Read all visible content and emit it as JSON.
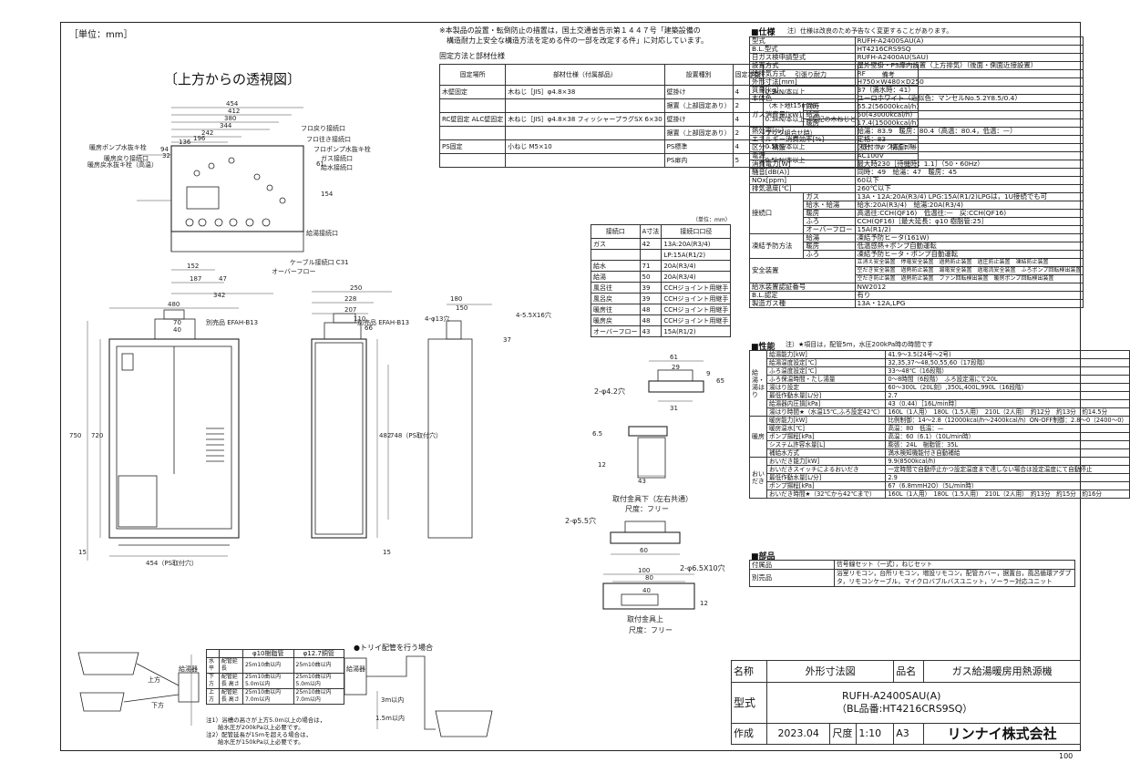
{
  "unit_label": "［単位：mm］",
  "top_view_title": "〔上方からの透視図〕",
  "page_no": "100",
  "notice": {
    "line1": "※本製品の設置・転倒防止の措置は，国土交通省告示第１４４７号「建築設備の",
    "line2": "　構造耐力上安全な構造方法を定める件の一部を改定する件」に対応しています。",
    "parts_title": "固定方法と部材仕様",
    "headers": [
      "固定場所",
      "部材仕様（付属部品）",
      "設置種別",
      "固定本数",
      "引張り耐力",
      "備考"
    ],
    "rows": [
      [
        "木壁固定",
        "木ねじ［JIS］φ4.8×38",
        "壁掛け",
        "4",
        "0.3kN/本以上",
        ""
      ],
      [
        "",
        "",
        "据置（上部固定あり）",
        "2",
        "（木下地t15mm）",
        ""
      ],
      [
        "RC壁固定 ALC壁固定",
        "木ねじ［JIS］φ4.8×38 フィッシャープラグSX 6×30",
        "壁掛け",
        "4",
        "0.3kN/本以上（左記の木ねじと",
        ""
      ],
      [
        "",
        "",
        "据置（上部固定あり）",
        "2",
        "プラグ組合せ時）",
        ""
      ],
      [
        "PS固定",
        "小ねじ M5×10",
        "PS標準",
        "4",
        "0.5kN/本以上",
        "取付ボックスC同梱"
      ],
      [
        "",
        "",
        "PS扉内",
        "5",
        "0.5kN/本以上",
        ""
      ]
    ]
  },
  "connections": {
    "unit": "（単位：mm）",
    "headers": [
      "接続口",
      "A寸法",
      "接続口口径"
    ],
    "rows": [
      [
        "ガス",
        "42",
        "13A:20A(R3/4)"
      ],
      [
        "",
        "",
        "LP:15A(R1/2)"
      ],
      [
        "給水",
        "71",
        "20A(R3/4)"
      ],
      [
        "給湯",
        "50",
        "20A(R3/4)"
      ],
      [
        "風呂往",
        "39",
        "CCHジョイント用継手"
      ],
      [
        "風呂戻",
        "39",
        "CCHジョイント用継手"
      ],
      [
        "暖房往",
        "48",
        "CCHジョイント用継手"
      ],
      [
        "暖房戻",
        "48",
        "CCHジョイント用継手"
      ],
      [
        "オーバーフロー",
        "43",
        "15A(R1/2)"
      ]
    ]
  },
  "spec": {
    "title": "■仕様",
    "note": "注）仕様は改良のため予告なく変更することがあります。",
    "rows": [
      [
        "型式",
        "RUFH-A2400SAU(A)"
      ],
      [
        "B.L.型式",
        "HT4216CRS9SQ"
      ],
      [
        "日ガス検申請型式",
        "RUFH-A2400AU(SAU)"
      ],
      [
        "設置方式",
        "屋外壁掛・PS扉内設置（上方排気）（後面・側面近接設置）"
      ],
      [
        "給排気方式",
        "RF"
      ],
      [
        "外形寸法[mm]",
        "H750×W480×D250"
      ],
      [
        "質量[kg]",
        "37（満水時：41）"
      ],
      [
        "本体色",
        "ユーロホワイト（近似色：マンセルNo.5.2Y8.5/0.4）"
      ]
    ],
    "gas_label": "ガス消費量[kW]",
    "gas_rows": [
      [
        "同時",
        "65.2(56000kcal/h)"
      ],
      [
        "給湯",
        "50(43000kcal/h)"
      ],
      [
        "暖房",
        "17.4(15000kcal/h)"
      ]
    ],
    "rows2": [
      [
        "熱効率[%]",
        "給湯：83.9　暖房：80.4（高温：80.4，低温：—）"
      ],
      [
        "エネルギー消費効率[%]",
        "定格：83"
      ],
      [
        "区分・構造",
        "区分：Ⅳ　構造：—"
      ],
      [
        "電源",
        "AC100V"
      ],
      [
        "消費電力[W]",
        "最大時230［待機時：1.1］（50・60Hz）"
      ],
      [
        "騒音[dB(A)]",
        "同時：49　給湯：47　暖房：45"
      ],
      [
        "NOx[ppm]",
        "60以下"
      ],
      [
        "排気温度[℃]",
        "260℃以下"
      ]
    ],
    "conn_label": "接続口",
    "conn_rows": [
      [
        "ガス",
        "13A・12A:20A(R3/4) LPG:15A(R1/2)LPGは，1U接続でも可"
      ],
      [
        "給水・給湯",
        "給水:20A(R3/4)　給湯:20A(R3/4)"
      ],
      [
        "暖房",
        "高温往:CCH(QF16)　低温往:—　戻:CCH(QF16)"
      ],
      [
        "ふろ",
        "CCH(QF16)［最大延長：φ10 樹脂管:25］"
      ],
      [
        "オーバーフロー",
        "15A(R1/2)"
      ]
    ],
    "freeze_label": "凍結予防方法",
    "freeze_rows": [
      [
        "給湯",
        "凍結予防ヒータ(161W)"
      ],
      [
        "暖房",
        "低温感熱+ポンプ自動運転"
      ],
      [
        "ふろ",
        "凍結予防ヒータ・ポンプ自動運転"
      ]
    ],
    "safety_label": "安全装置",
    "safety_lines": [
      "立消え安全装置　停電安全装置　過熱防止装置　過圧防止装置　凍結防止装置",
      "空だき安全装置　過熱防止装置　漏電安全装置　過電流安全装置　ふろポンプ回転検出装置",
      "空だき防止装置　過熱防止装置　ファン回転検出装置　暖房ポンプ回転検出装置"
    ],
    "rows3": [
      [
        "給水装置認証番号",
        "NW2012"
      ],
      [
        "B.L.認定",
        "有り"
      ],
      [
        "製造ガス種",
        "13A・12A,LPG"
      ]
    ]
  },
  "perf": {
    "title": "■性能",
    "note": "注）★項目は，配管5m，水圧200kPa時の時間です",
    "hot_label": "給湯・湯はり",
    "hot_rows": [
      [
        "給湯能力[kW]",
        "41.9～3.5(24号～2号)"
      ],
      [
        "給湯温度設定[℃]",
        "32,35,37～48,50,55,60（17段階）"
      ],
      [
        "ふろ温度設定[℃]",
        "33～48℃（16段階）"
      ],
      [
        "ふろ保温時間・たし湯量",
        "0～8時間（6段階）　ふろ設定湯にて20L"
      ],
      [
        "湯はり設定",
        "60～300L（20L刻）,350L,400L,990L（16段階）"
      ],
      [
        "最低作動水量[L/分]",
        "2.7"
      ],
      [
        "給湯器内圧損[kPa]",
        "43（0.44）［16L/min時］"
      ],
      [
        "湯はり時間★（水温15℃,ふろ設定42℃）",
        "160L（1人用）　180L（1.5人用）　210L（2人用）　約12分　約13分　約14.5分"
      ]
    ],
    "heat_label": "暖房",
    "heat_rows": [
      [
        "暖房能力[kW]",
        "比例制御：14～2.8（12000kcal/h～2400kcal/h）ON-OFF制御：2.8～0（2400～0）"
      ],
      [
        "暖房温水[℃]",
        "高温：80　低温：—"
      ],
      [
        "ポンプ揚程[kPa]",
        "高温：60（6.1）（10L/min時）"
      ],
      [
        "システム許容水量[L]",
        "膨張：24L　樹脂管：35L"
      ],
      [
        "補給水方式",
        "満水検知機能付き自動補給"
      ]
    ],
    "reheat_label": "おいだき",
    "reheat_rows": [
      [
        "おいだき能力[kW]",
        "9.9(8500kcal/h)"
      ],
      [
        "おいだきスイッチによるおいだき",
        "一定時間で自動停止かつ設定温度まで達しない場合は設定温度にて自動停止"
      ],
      [
        "最低作動水量[L/分]",
        "2.9"
      ],
      [
        "ポンプ揚程[kPa]",
        "67（6.8mmH2O）（5L/min時）"
      ],
      [
        "おいだき時間★（32℃から42℃まで）",
        "160L（1人用）　180L（1.5人用）　210L（2人用）　約13分　約15分　約16分"
      ]
    ]
  },
  "parts": {
    "title": "■部品",
    "rows": [
      [
        "付属品",
        "信号線セット（一式），ねじセット"
      ],
      [
        "別売品",
        "浴室リモコン，台所リモコン，増設リモコン，配管カバー，据置台，風呂循環アダプタ，リモコンケーブル，マイクロバブルバスユニット，ソーラー対応ユニット"
      ]
    ]
  },
  "drawing_labels": {
    "top": [
      "暖房ポンプ水抜キ栓",
      "暖房戻り接続口",
      "暖房戻水抜キ栓（高温）",
      "フロ戻り接続口",
      "フロ往き接続口",
      "フロポンプ水抜キ栓",
      "ガス接続口",
      "給水接続口",
      "給湯接続口",
      "ケーブル接続口 C31",
      "オーバーフロー"
    ],
    "side": [
      "別売品 EFAH-B13",
      "別売品 EFAH-B13",
      "4-φ13穴",
      "4-5.5X16穴"
    ],
    "bracket1": [
      "2-φ4.2穴",
      "取付金具下（左右共通）",
      "尺度：フリー"
    ],
    "bracket2": [
      "2-φ5.5穴",
      "2-φ6.5X10穴",
      "取付金具上",
      "尺度：フリー"
    ],
    "dims_top": [
      "454",
      "412",
      "380",
      "344",
      "242",
      "196",
      "136",
      "94",
      "32",
      "152",
      "187",
      "47",
      "342",
      "61",
      "154"
    ],
    "dims_front": [
      "480",
      "750",
      "720",
      "15",
      "454（PS取付穴）",
      "70",
      "40"
    ],
    "dims_side": [
      "250",
      "228",
      "207",
      "110",
      "66",
      "482",
      "748（PS取付穴）",
      "15"
    ],
    "dims_right": [
      "180",
      "150",
      "37"
    ],
    "dims_b1": [
      "61",
      "43",
      "29",
      "31",
      "9",
      "65",
      "6.5",
      "12",
      "43"
    ],
    "dims_b2": [
      "60",
      "80",
      "100",
      "12",
      "40"
    ]
  },
  "pipe_table": {
    "col_heads": [
      "φ10樹脂管",
      "φ12.7銅管"
    ],
    "rows": [
      [
        "水平",
        "配管延長",
        "25m10曲以内",
        "25m10曲以内"
      ],
      [
        "下方",
        "配管延長 高さ",
        "25m10曲以内 5.0m以内",
        "25m10曲以内 5.0m以内"
      ],
      [
        "上方",
        "配管延長 高さ",
        "25m10曲以内 7.0m以内",
        "25m10曲以内 7.0m以内"
      ]
    ],
    "notes": [
      "注1）浴槽の高さが上方5.0m以上の場合は，",
      "　　給水圧が200kPa以上必要です。",
      "注2）配管延長が15mを超える場合は，",
      "　　給水圧が150kPa以上必要です。"
    ],
    "torii_title": "●トリイ配管を行う場合",
    "labels": [
      "上方",
      "下方",
      "給湯器",
      "給湯器",
      "3m以内",
      "1.5m以内"
    ]
  },
  "title_block": {
    "name_label": "名称",
    "name_value": "外形寸法図",
    "product_label": "品名",
    "product_value": "ガス給湯暖房用熱源機",
    "model_label": "型式",
    "model_line1": "RUFH-A2400SAU(A)",
    "model_line2": "（BL品番:HT4216CRS9SQ）",
    "made_label": "作成",
    "date": "2023.04",
    "scale_label": "尺度",
    "scale": "1:10",
    "size": "A3",
    "company": "リンナイ株式会社"
  }
}
